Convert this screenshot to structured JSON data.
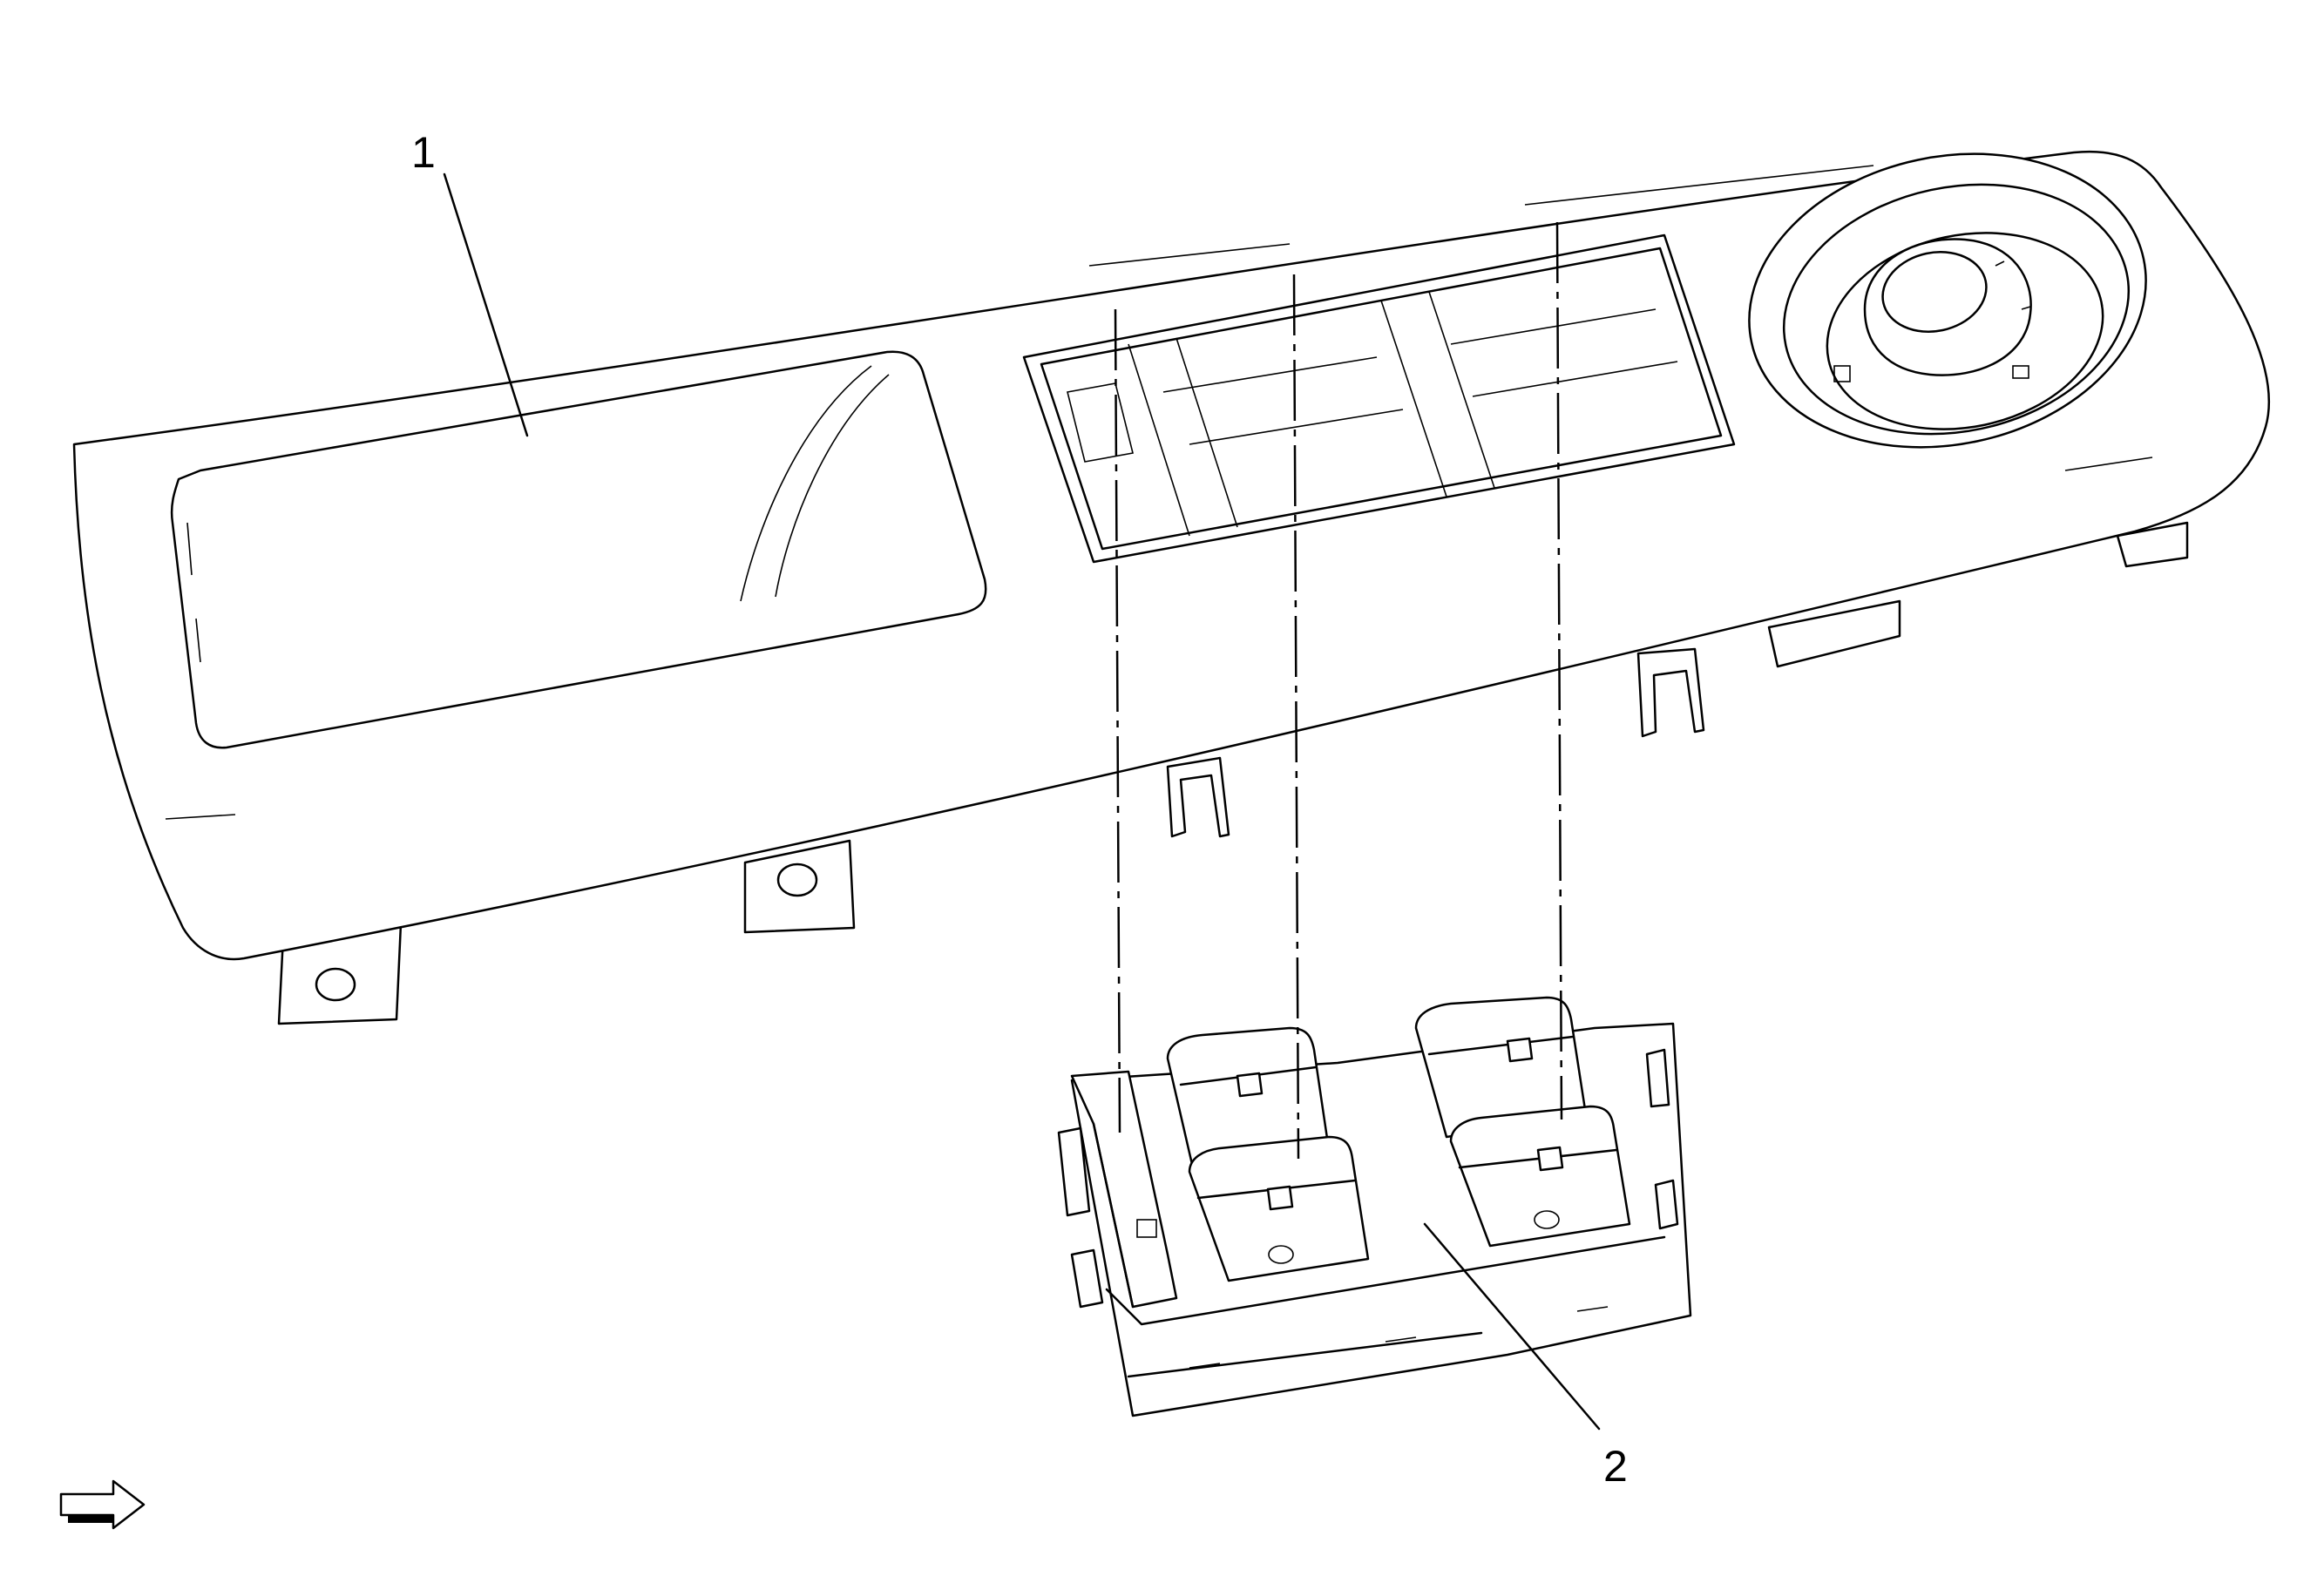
{
  "callouts": [
    {
      "id": "1",
      "label": "1"
    },
    {
      "id": "2",
      "label": "2"
    }
  ],
  "icons": {
    "direction": "view-direction-arrow-icon"
  },
  "colors": {
    "line": "#000000",
    "background": "#ffffff"
  }
}
